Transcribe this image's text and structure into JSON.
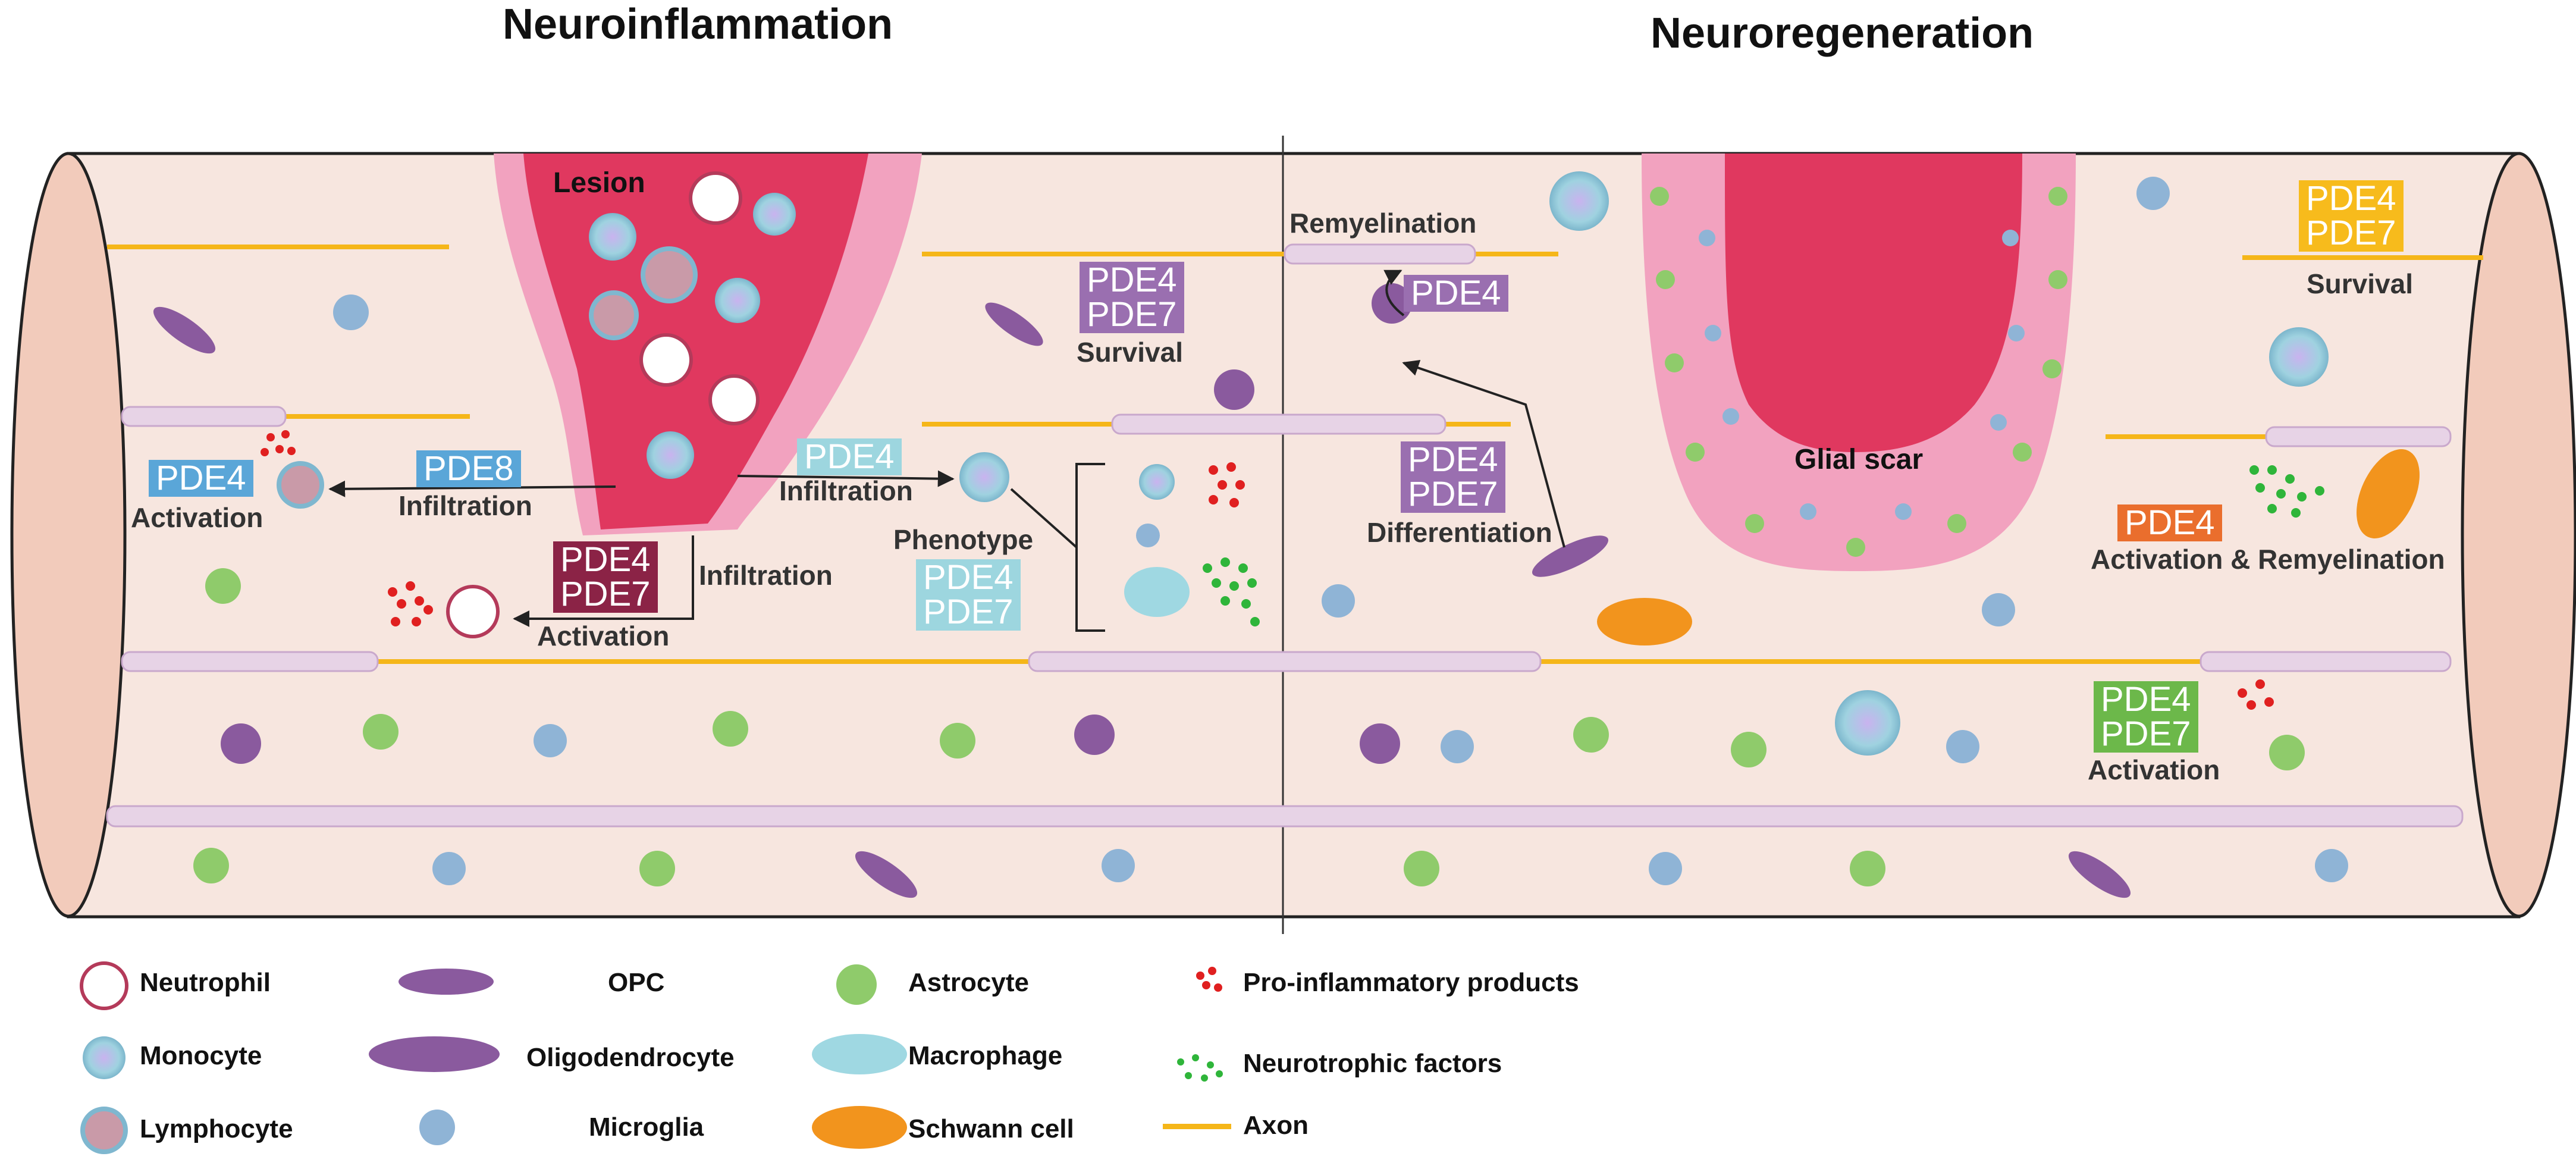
{
  "titles": {
    "left": "Neuroinflammation",
    "right": "Neuroregeneration"
  },
  "labels": {
    "lesion": "Lesion",
    "remyelination": "Remyelination",
    "survival_center": "Survival",
    "survival_right": "Survival",
    "activation_left": "Activation",
    "infiltration_left": "Infiltration",
    "infiltration_center": "Infiltration",
    "infiltration_down": "Infiltration",
    "activation_neutrophil": "Activation",
    "phenotype": "Phenotype",
    "differentiation": "Differentiation",
    "glial_scar": "Glial scar",
    "activation_remyelination": "Activation & Remyelination",
    "activation_astro": "Activation"
  },
  "pde_boxes": {
    "pde4_blue": {
      "lines": [
        "PDE4"
      ],
      "color": "#5aa6d8"
    },
    "pde8_blue": {
      "lines": [
        "PDE8"
      ],
      "color": "#5aa6d8"
    },
    "pde4_cyan": {
      "lines": [
        "PDE4"
      ],
      "color": "#9dd6df"
    },
    "pde47_maroon": {
      "lines": [
        "PDE4",
        "PDE7"
      ],
      "color": "#8b2346"
    },
    "pde47_purple_center": {
      "lines": [
        "PDE4",
        "PDE7"
      ],
      "color": "#9a6fb0"
    },
    "pde47_cyan": {
      "lines": [
        "PDE4",
        "PDE7"
      ],
      "color": "#9dd6df"
    },
    "pde4_purple": {
      "lines": [
        "PDE4"
      ],
      "color": "#9a6fb0"
    },
    "pde47_purple_diff": {
      "lines": [
        "PDE4",
        "PDE7"
      ],
      "color": "#9a6fb0"
    },
    "pde47_yellow": {
      "lines": [
        "PDE4",
        "PDE7"
      ],
      "color": "#f7bb1c"
    },
    "pde4_orange": {
      "lines": [
        "PDE4"
      ],
      "color": "#ea6e2d"
    },
    "pde47_green": {
      "lines": [
        "PDE4",
        "PDE7"
      ],
      "color": "#6cb84a"
    }
  },
  "legend": [
    {
      "label": "Neutrophil",
      "icon": "neutrophil-icon"
    },
    {
      "label": "Monocyte",
      "icon": "monocyte-icon"
    },
    {
      "label": "Lymphocyte",
      "icon": "lymphocyte-icon"
    },
    {
      "label": "OPC",
      "icon": "opc-icon"
    },
    {
      "label": "Oligodendrocyte",
      "icon": "oligodendrocyte-icon"
    },
    {
      "label": "Microglia",
      "icon": "microglia-icon"
    },
    {
      "label": "Astrocyte",
      "icon": "astrocyte-icon"
    },
    {
      "label": "Macrophage",
      "icon": "macrophage-icon"
    },
    {
      "label": "Schwann cell",
      "icon": "schwann-cell-icon"
    },
    {
      "label": "Pro-inflammatory products",
      "icon": "pro-inflammatory-dots-icon"
    },
    {
      "label": "Neurotrophic factors",
      "icon": "neurotrophic-dots-icon"
    },
    {
      "label": "Axon",
      "icon": "axon-line-icon"
    }
  ],
  "colors": {
    "tube": "#f7e6df",
    "lesion": "#e0385f",
    "lesion_halo": "#f28fb0",
    "axon": "#f5b619",
    "myelin": "#e7d3e6",
    "opc": "#8a5a9e",
    "astrocyte": "#8fcb6b",
    "microglia": "#8fb4d6",
    "pro_inflammatory": "#e02020",
    "neurotrophic": "#2fb53a"
  }
}
